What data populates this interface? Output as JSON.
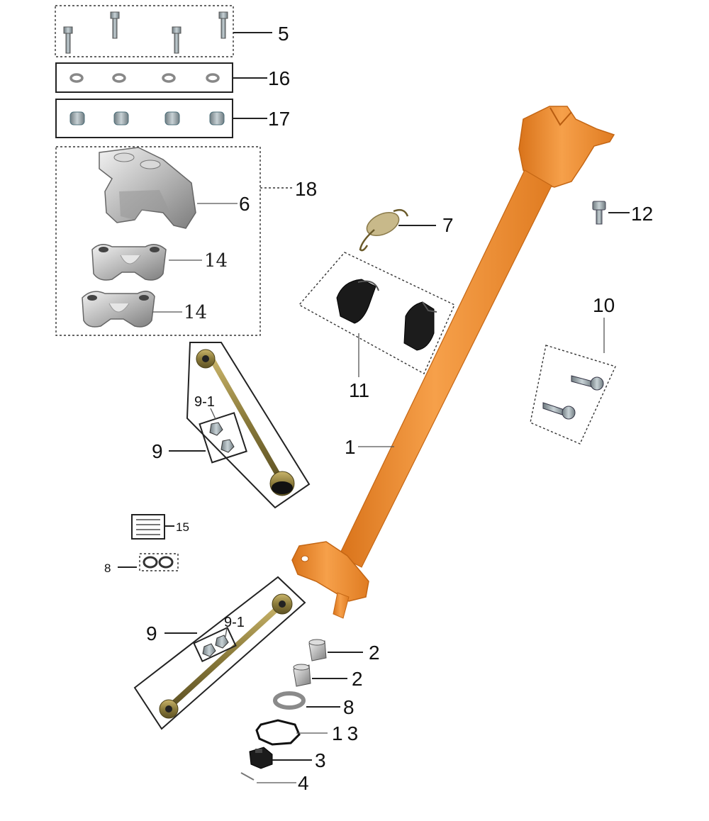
{
  "diagram": {
    "accent_color": "#f28c28",
    "callouts": {
      "c5": "5",
      "c16": "16",
      "c17": "17",
      "c18": "18",
      "c6": "6",
      "c14a": "14",
      "c14b": "14",
      "c7": "7",
      "c12": "12",
      "c10": "10",
      "c11": "11",
      "c1": "1",
      "c91a": "9-1",
      "c9a": "9",
      "c15": "15",
      "c8a": "8",
      "c91b": "9-1",
      "c9b": "9",
      "c2a": "2",
      "c2b": "2",
      "c8b": "8",
      "c13": "13",
      "c3": "3",
      "c4": "4"
    }
  }
}
